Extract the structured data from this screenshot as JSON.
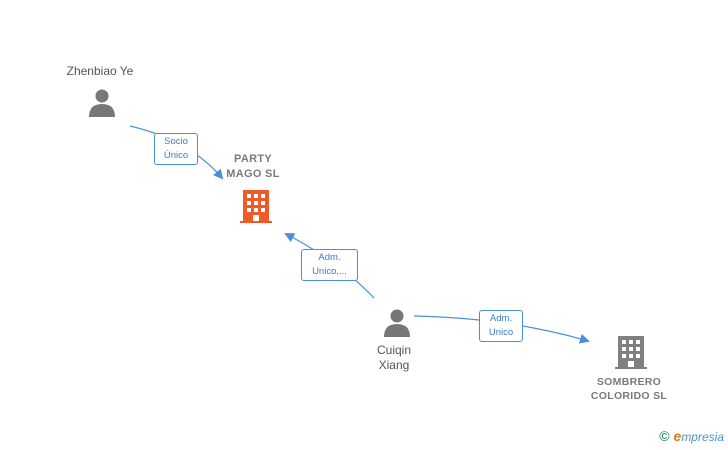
{
  "nodes": {
    "zhenbiao": {
      "name": "Zhenbiao Ye",
      "icon": "person-icon"
    },
    "party": {
      "name_line1": "PARTY",
      "name_line2": "MAGO  SL",
      "icon": "building-icon",
      "color": "#f05a28"
    },
    "cuiqin": {
      "name_line1": "Cuiqin",
      "name_line2": "Xiang",
      "icon": "person-icon"
    },
    "sombrero": {
      "name_line1": "SOMBRERO",
      "name_line2": "COLORIDO  SL",
      "icon": "building-icon",
      "color": "#808080"
    }
  },
  "edges": {
    "socio": {
      "line1": "Socio",
      "line2": "Único"
    },
    "adm1": {
      "line1": "Adm.",
      "line2": "Unico,..."
    },
    "adm2": {
      "line1": "Adm.",
      "line2": "Unico"
    }
  },
  "colors": {
    "edge": "#4a90d9",
    "person": "#777777"
  },
  "footer": {
    "copyright": "©",
    "brand_first": "e",
    "brand_rest": "mpresia"
  }
}
